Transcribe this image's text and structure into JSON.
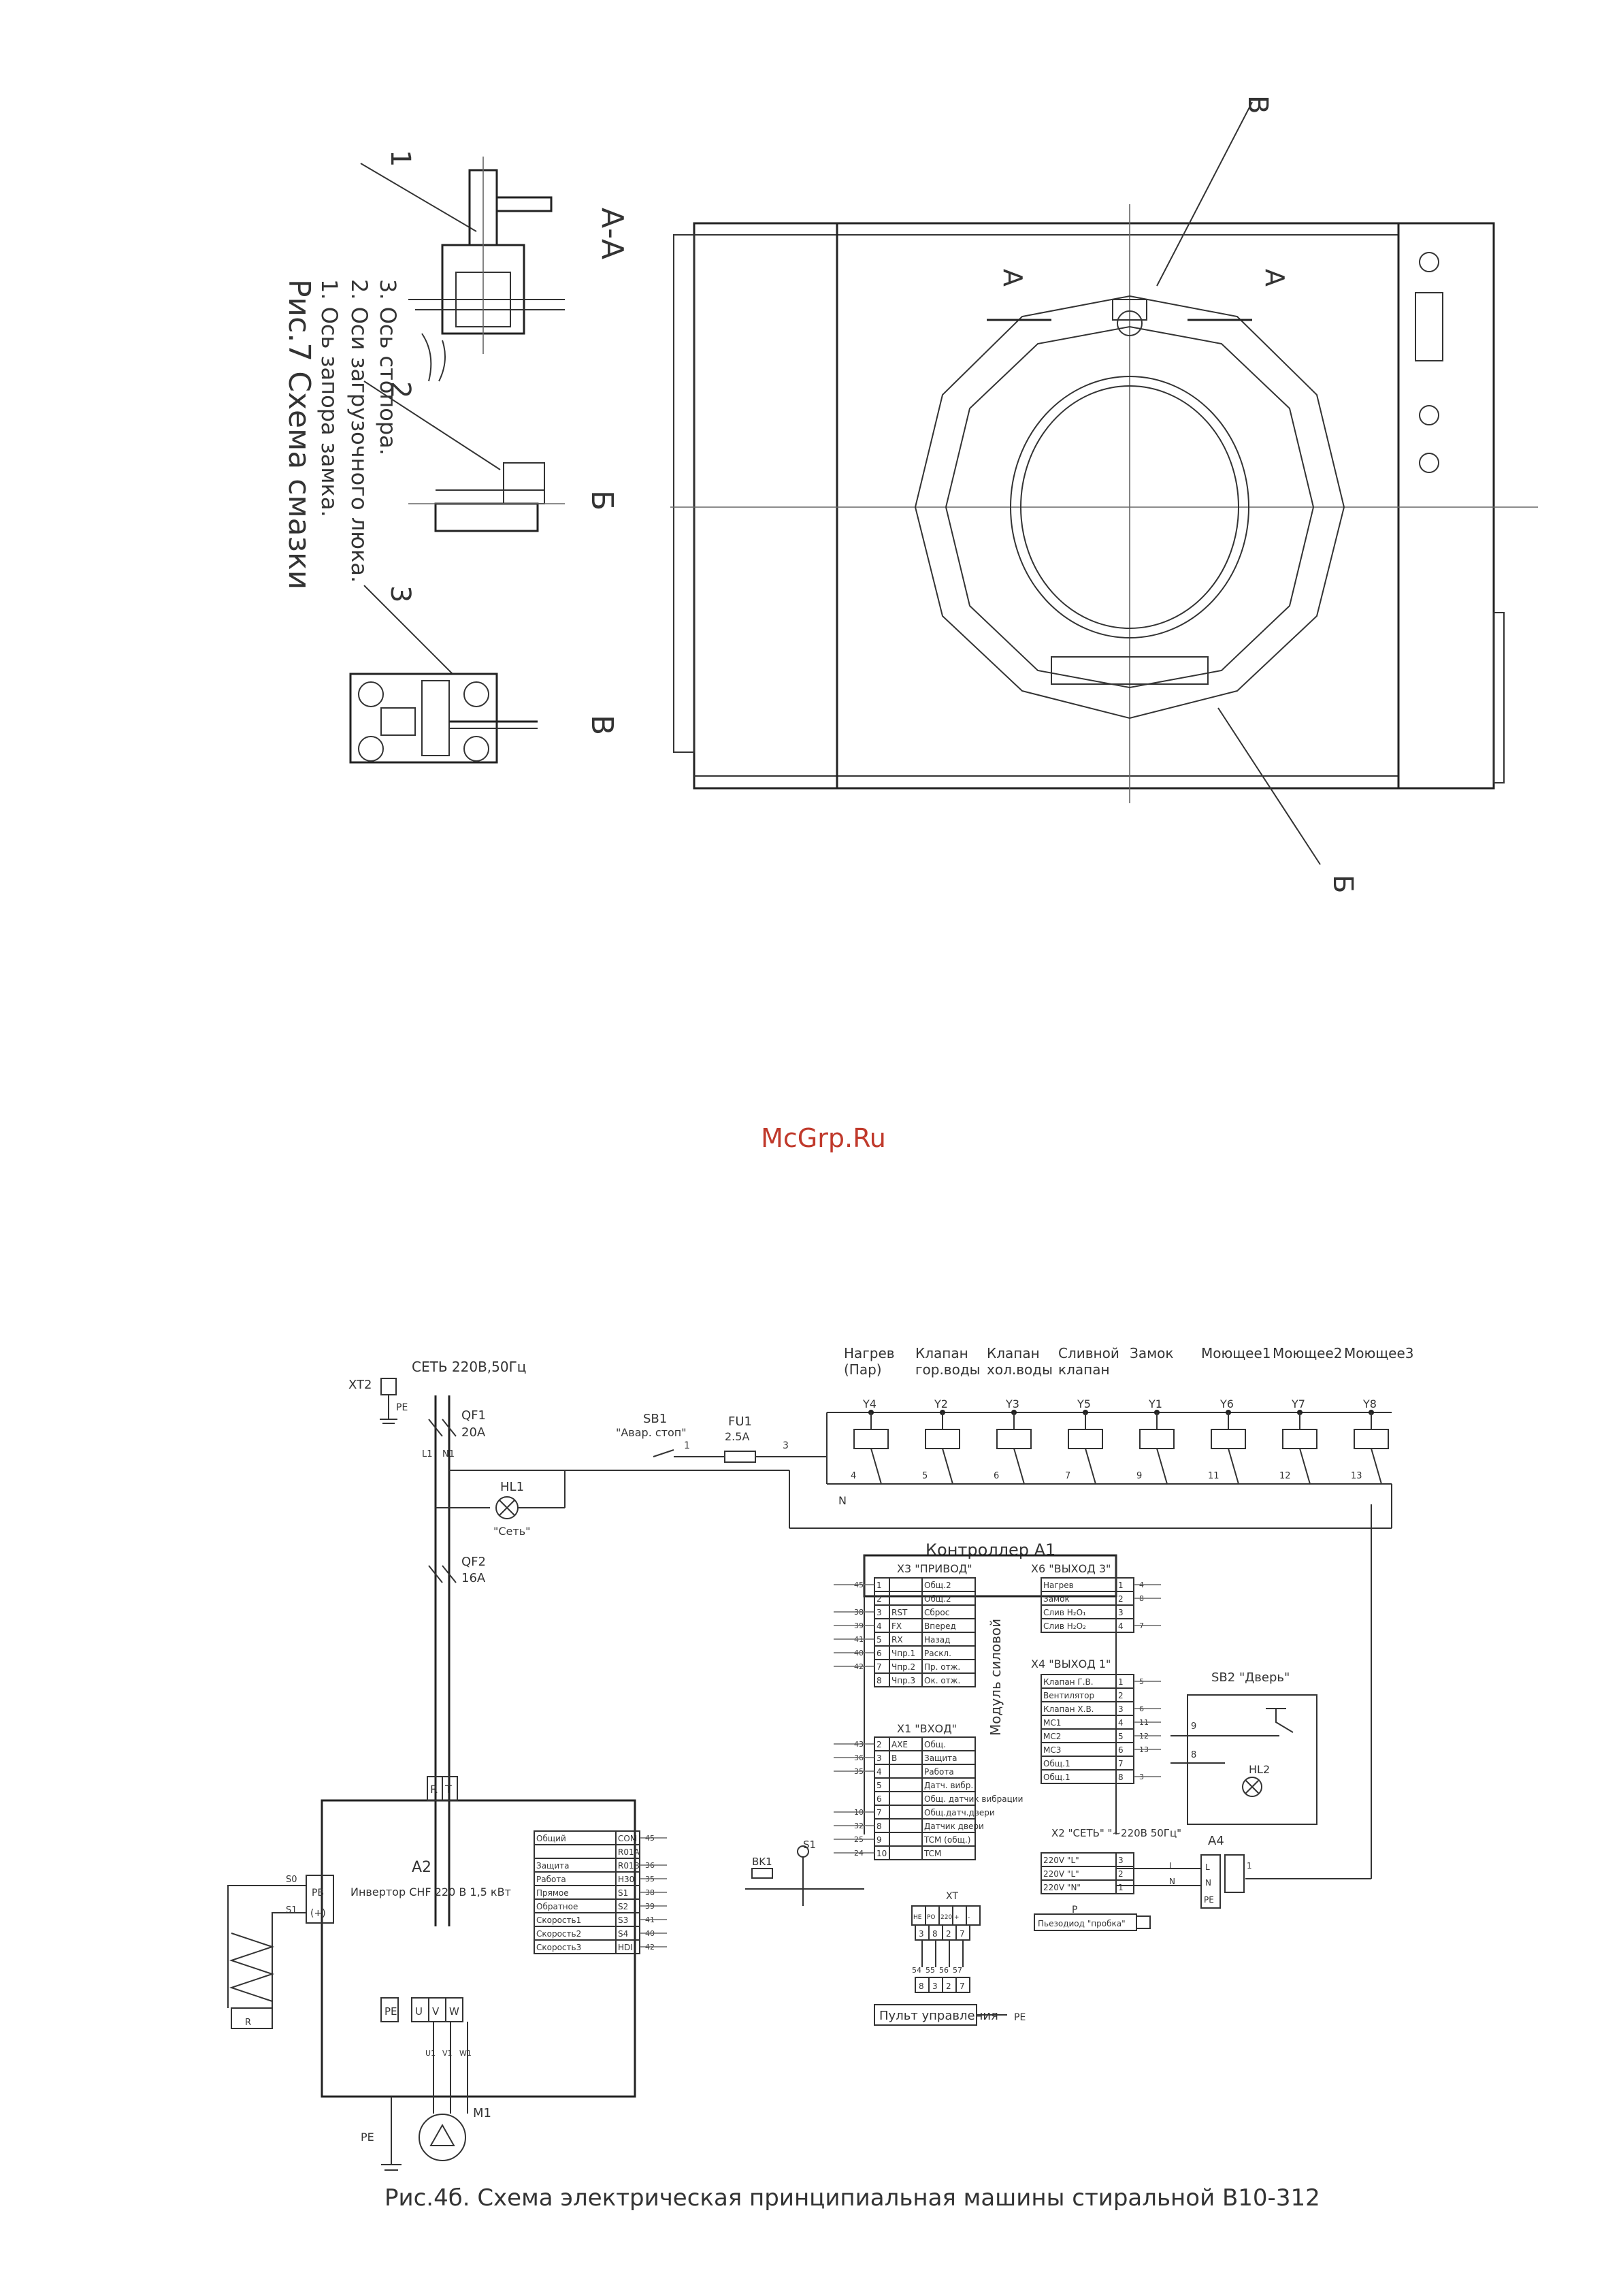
{
  "watermark": "McGrp.Ru",
  "lubrication": {
    "caption": "Рис.7 Схема смазки",
    "items": [
      "1. Ось запора замка.",
      "2. Оси загрузочного люка.",
      "3. Ось стопора."
    ],
    "callouts": [
      "1",
      "2",
      "3"
    ],
    "view_aa": "А-А",
    "view_b": "Б",
    "view_v": "В"
  },
  "machine_view": {
    "section_mark": "А",
    "view_b": "Б",
    "view_v": "В"
  },
  "schematic": {
    "caption": "Рис.4б. Схема электрическая принципиальная машины стиральной В10-312",
    "supply": "СЕТЬ 220В,50Гц",
    "xt2": "XT2",
    "pe": "PE",
    "qf1": "QF1",
    "qf1_rating": "20A",
    "qf2": "QF2",
    "qf2_rating": "16A",
    "hl1": "HL1",
    "hl1_label": "\"Сеть\"",
    "sb1": "SB1",
    "sb1_label": "\"Авар. стоп\"",
    "fu1": "FU1",
    "fu1_rating": "2.5A",
    "neutral": "N",
    "wire_1": "1",
    "wire_3": "3",
    "loads": [
      {
        "label": "Нагрев (Пар)",
        "ref": "Y4",
        "wire": "4"
      },
      {
        "label": "Клапан гор.воды",
        "ref": "Y2",
        "wire": "5"
      },
      {
        "label": "Клапан хол.воды",
        "ref": "Y3",
        "wire": "6"
      },
      {
        "label": "Сливной клапан",
        "ref": "Y5",
        "wire": "7"
      },
      {
        "label": "Замок",
        "ref": "Y1",
        "wire": "9"
      },
      {
        "label": "Моющее1",
        "ref": "Y6",
        "wire": "11"
      },
      {
        "label": "Моющее2",
        "ref": "Y7",
        "wire": "12"
      },
      {
        "label": "Моющее3",
        "ref": "Y8",
        "wire": "13"
      }
    ],
    "controller_title": "Контроллер А1",
    "power_module": "Модуль силовой",
    "x3_title": "X3 \"ПРИВОД\"",
    "x3_rows": [
      {
        "n": "1",
        "code": "",
        "label": "Общ.2"
      },
      {
        "n": "2",
        "code": "",
        "label": "Общ.2"
      },
      {
        "n": "3",
        "code": "RST",
        "label": "Сброс"
      },
      {
        "n": "4",
        "code": "FX",
        "label": "Вперед"
      },
      {
        "n": "5",
        "code": "RX",
        "label": "Назад"
      },
      {
        "n": "6",
        "code": "Чпр.1",
        "label": "Раскл."
      },
      {
        "n": "7",
        "code": "Чпр.2",
        "label": "Пр. отж."
      },
      {
        "n": "8",
        "code": "Чпр.3",
        "label": "Ок. отж."
      }
    ],
    "x3_wires": [
      "45",
      "",
      "38",
      "39",
      "41",
      "40",
      "42",
      ""
    ],
    "x1_title": "X1 \"ВХОД\"",
    "x1_rows": [
      {
        "n": "2",
        "code": "AXE",
        "label": "Общ."
      },
      {
        "n": "3",
        "code": "B",
        "label": "Защита"
      },
      {
        "n": "4",
        "code": "",
        "label": "Работа"
      },
      {
        "n": "5",
        "code": "",
        "label": "Датч. вибр."
      },
      {
        "n": "6",
        "code": "",
        "label": "Общ. датчик вибрации"
      },
      {
        "n": "7",
        "code": "",
        "label": "Общ.датч.двери"
      },
      {
        "n": "8",
        "code": "",
        "label": "Датчик двери"
      },
      {
        "n": "9",
        "code": "",
        "label": "TCM (общ.)"
      },
      {
        "n": "10",
        "code": "",
        "label": "TCM"
      }
    ],
    "x1_wires": [
      "43",
      "36",
      "35",
      "",
      "",
      "10",
      "32",
      "25",
      "24"
    ],
    "x6_title": "X6 \"ВЫХОД 3\"",
    "x6_rows": [
      {
        "label": "Нагрев",
        "n": "1"
      },
      {
        "label": "Замок",
        "n": "2"
      },
      {
        "label": "Слив Н₂О₁",
        "n": "3"
      },
      {
        "label": "Слив Н₂О₂",
        "n": "4"
      }
    ],
    "x6_wires": [
      "4",
      "8",
      "",
      "7"
    ],
    "x4_title": "X4 \"ВЫХОД 1\"",
    "x4_rows": [
      {
        "label": "Клапан Г.В.",
        "n": "1"
      },
      {
        "label": "Вентилятор",
        "n": "2"
      },
      {
        "label": "Клапан Х.В.",
        "n": "3"
      },
      {
        "label": "МС1",
        "n": "4"
      },
      {
        "label": "МС2",
        "n": "5"
      },
      {
        "label": "МС3",
        "n": "6"
      },
      {
        "label": "Общ.1",
        "n": "7"
      },
      {
        "label": "Общ.1",
        "n": "8"
      }
    ],
    "x4_wires": [
      "5",
      "",
      "6",
      "11",
      "12",
      "13",
      "",
      "3"
    ],
    "x2_title": "X2 \"СЕТЬ\" \"~220В 50Гц\"",
    "x2_rows": [
      {
        "label": "220V \"L\"",
        "n": "3"
      },
      {
        "label": "220V \"L\"",
        "n": "2"
      },
      {
        "label": "220V \"N\"",
        "n": "1"
      }
    ],
    "p_label": "P",
    "p_desc": "Пьезодиод \"пробка\"",
    "sb2": "SB2 \"Дверь\"",
    "hl2": "HL2",
    "a4": "A4",
    "a4_pins": [
      "L",
      "N",
      "PE"
    ],
    "a4_wires": [
      "1",
      "L",
      "N"
    ],
    "sb2_wires": [
      "9",
      "8"
    ],
    "inverter_ref": "A2",
    "inverter_name": "Инвертор CHF 220 В 1,5 кВт",
    "rt": [
      "R",
      "T"
    ],
    "pb": [
      "PB",
      "(+)"
    ],
    "pb_wires": [
      "S0",
      "S1"
    ],
    "inverter_io": [
      {
        "label": "Общий",
        "code": "COM",
        "wire": "45"
      },
      {
        "label": "",
        "code": "R01A",
        "wire": ""
      },
      {
        "label": "Защита",
        "code": "R01B",
        "wire": "36"
      },
      {
        "label": "Работа",
        "code": "H30",
        "wire": "35"
      },
      {
        "label": "Прямое",
        "code": "S1",
        "wire": "38"
      },
      {
        "label": "Обратное",
        "code": "S2",
        "wire": "39"
      },
      {
        "label": "Скорость1",
        "code": "S3",
        "wire": "41"
      },
      {
        "label": "Скорость2",
        "code": "S4",
        "wire": "40"
      },
      {
        "label": "Скорость3",
        "code": "HDI",
        "wire": "42"
      }
    ],
    "motor_terms": [
      "PE",
      "U",
      "V",
      "W"
    ],
    "motor_wires": [
      "U1",
      "V1",
      "W1"
    ],
    "motor": "M1",
    "resistor": "R",
    "bk1": "BK1",
    "s1": "S1",
    "xt_label": "XT",
    "xt_head": [
      "HE",
      "PO",
      "220",
      "+",
      "-"
    ],
    "xt_pins_top": [
      "3",
      "8",
      "2",
      "7"
    ],
    "xt_wires": [
      "54",
      "55",
      "56",
      "57"
    ],
    "xt_pins_bottom": [
      "8",
      "3",
      "2",
      "7"
    ],
    "panel": "Пульт управления",
    "l1_l": "L1",
    "l1_n": "N1"
  }
}
